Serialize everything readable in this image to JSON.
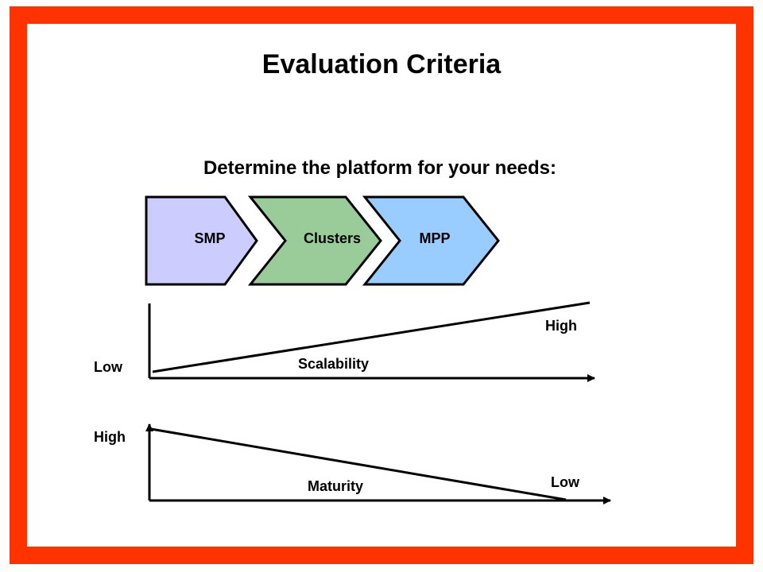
{
  "title": "Evaluation Criteria",
  "subtitle": "Determine the platform for your needs:",
  "platforms": [
    {
      "label": "SMP",
      "color": "#ccccff"
    },
    {
      "label": "Clusters",
      "color": "#99cc99"
    },
    {
      "label": "MPP",
      "color": "#99ccff"
    }
  ],
  "scalability": {
    "title": "Scalability",
    "start_label": "Low",
    "end_label": "High"
  },
  "maturity": {
    "title": "Maturity",
    "start_label": "High",
    "end_label": "Low"
  },
  "colors": {
    "border": "#ff3300",
    "line": "#000000"
  }
}
